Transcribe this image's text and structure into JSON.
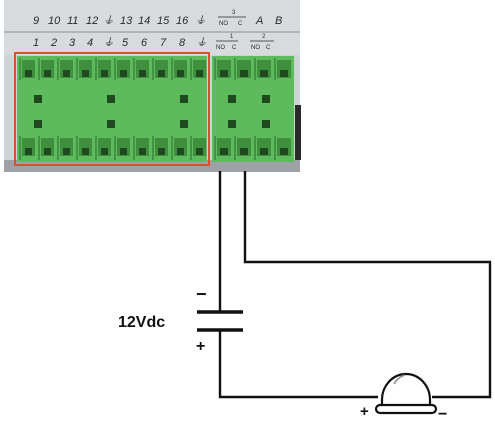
{
  "panel": {
    "top_labels": [
      "9",
      "10",
      "11",
      "12",
      "⏚",
      "13",
      "14",
      "15",
      "16",
      "⏚"
    ],
    "bottom_labels": [
      "1",
      "2",
      "3",
      "4",
      "⏚",
      "5",
      "6",
      "7",
      "8",
      "⏚"
    ],
    "relay_top": {
      "number": "3",
      "no": "NO",
      "c": "C"
    },
    "relay_bottom_1": {
      "number": "1",
      "no": "NO",
      "c": "C"
    },
    "relay_bottom_2": {
      "number": "2",
      "no": "NO",
      "c": "C"
    },
    "rs485": [
      "A",
      "B"
    ]
  },
  "circuit": {
    "supply_label": "12Vdc",
    "supply_minus": "−",
    "supply_plus": "+",
    "device_plus": "+",
    "device_minus": "−"
  },
  "colors": {
    "panel_bg": "#cfd3d6",
    "terminal_green": "#5dbb5d",
    "terminal_dark": "#1f4a1f",
    "highlight_box": "#d9502a",
    "wire": "#111111"
  }
}
